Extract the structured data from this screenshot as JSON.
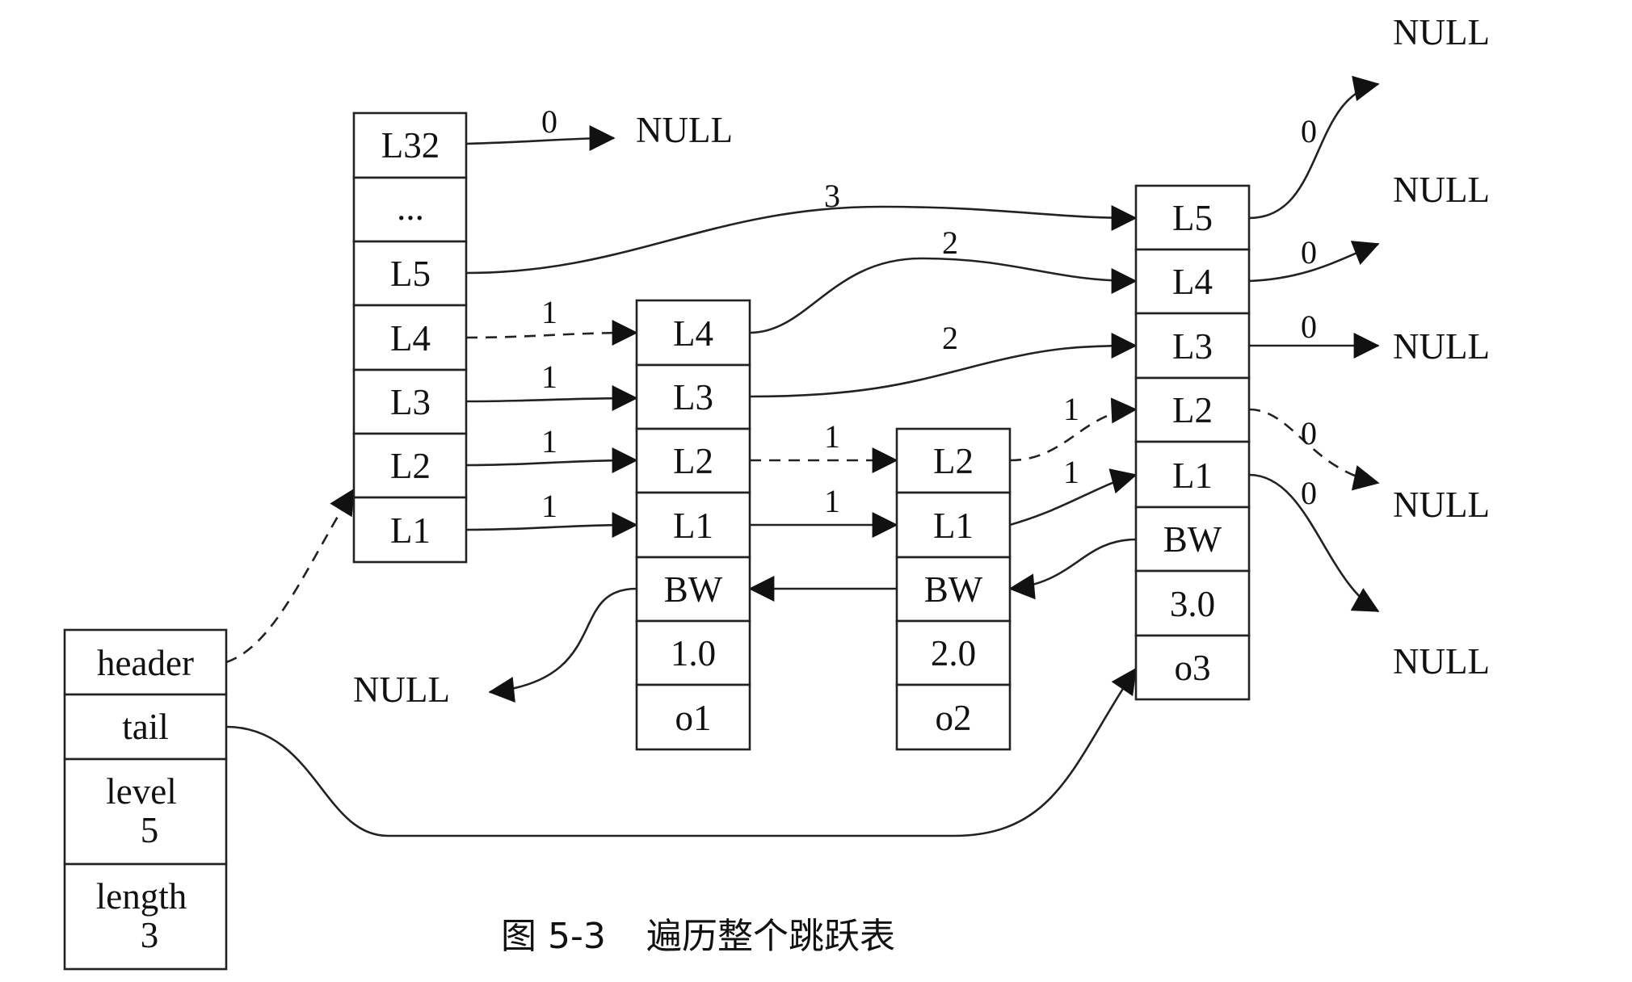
{
  "null_text": "NULL",
  "diagram": {
    "list_struct": [
      "header",
      "tail",
      "level",
      "5",
      "length",
      "3"
    ],
    "header_node": [
      "L32",
      "...",
      "L5",
      "L4",
      "L3",
      "L2",
      "L1"
    ],
    "node1": [
      "L4",
      "L3",
      "L2",
      "L1",
      "BW",
      "1.0",
      "o1"
    ],
    "node2": [
      "L2",
      "L1",
      "BW",
      "2.0",
      "o2"
    ],
    "node3": [
      "L5",
      "L4",
      "L3",
      "L2",
      "L1",
      "BW",
      "3.0",
      "o3"
    ],
    "span_labels": {
      "header_l32": "0",
      "header_l5": "3",
      "header_l4": "1",
      "header_l3": "1",
      "header_l2": "1",
      "header_l1": "1",
      "node1_l4": "2",
      "node1_l3": "2",
      "node1_l2": "1",
      "node1_l1": "1",
      "node2_l2": "1",
      "node2_l1": "1",
      "node3_l5": "0",
      "node3_l4": "0",
      "node3_l3": "0",
      "node3_l2": "0",
      "node3_l1": "0"
    },
    "caption": {
      "number": "图 5-3",
      "title": "遍历整个跳跃表"
    }
  }
}
